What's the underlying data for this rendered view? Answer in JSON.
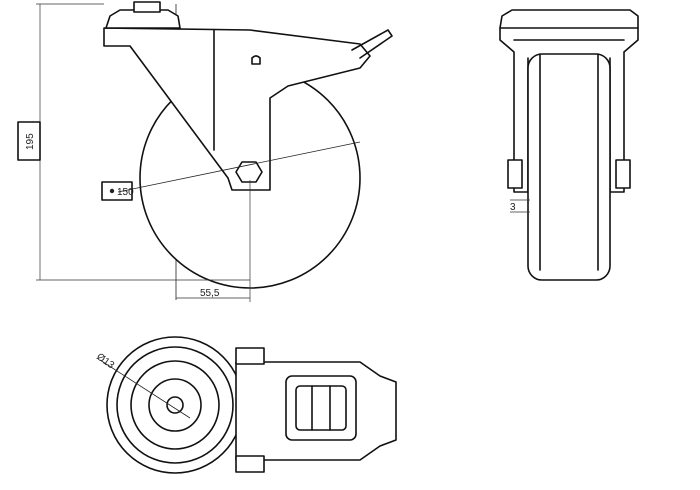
{
  "dimensions": {
    "height_label": "195",
    "wheel_diameter_label": "150",
    "offset_label": "55,5",
    "tread_gap_label": "3",
    "bore_label": "Ø13"
  }
}
